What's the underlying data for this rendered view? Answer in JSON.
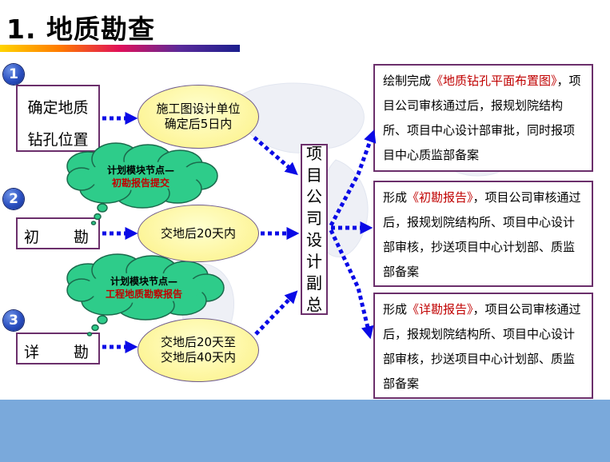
{
  "title": "1. 地质勘查",
  "markers": [
    "1",
    "2",
    "3"
  ],
  "stages": [
    {
      "line1": "确定地质",
      "line2": "钻孔位置"
    },
    {
      "left": "初",
      "right": "勘"
    },
    {
      "left": "详",
      "right": "勘"
    }
  ],
  "timing": [
    {
      "line1": "施工图设计单位",
      "line2": "确定后5日内"
    },
    {
      "line1": "交地后20天内"
    },
    {
      "line1": "交地后20天至",
      "line2": "交地后40天内"
    }
  ],
  "milestones": [
    {
      "line1": "计划模块节点—",
      "line2": "初勘报告提交"
    },
    {
      "line1": "计划模块节点—",
      "line2": "工程地质勘察报告"
    }
  ],
  "approver": [
    "项",
    "目",
    "公",
    "司",
    "设",
    "计",
    "副",
    "总"
  ],
  "outcomes": [
    {
      "lead": "绘制完成",
      "doc": "《地质钻孔平面布置图》",
      "tail": "，",
      "rest": "项目公司审核通过后，报规划院结构所、项目中心设计部审批，同时报项目中心质监部备案"
    },
    {
      "lead": "形成",
      "doc": "《初勘报告》",
      "tail": "，项目公司审核",
      "rest": "通过后，报规划院结构所、项目中心设计部审核，抄送项目中心计划部、质监部备案"
    },
    {
      "lead": "形成",
      "doc": "《详勘报告》",
      "tail": "，项目公司审核",
      "rest": "通过后，报规划院结构所、项目中心设计部审核，抄送项目中心计划部、质监部备案"
    }
  ],
  "colors": {
    "arrow": "#0a0ae6",
    "box_border": "#6b2f6b",
    "doc_name": "#c00000",
    "cloud": "#2ecc8a",
    "oval": "#fdf59a",
    "footer": "#7aa9db"
  }
}
